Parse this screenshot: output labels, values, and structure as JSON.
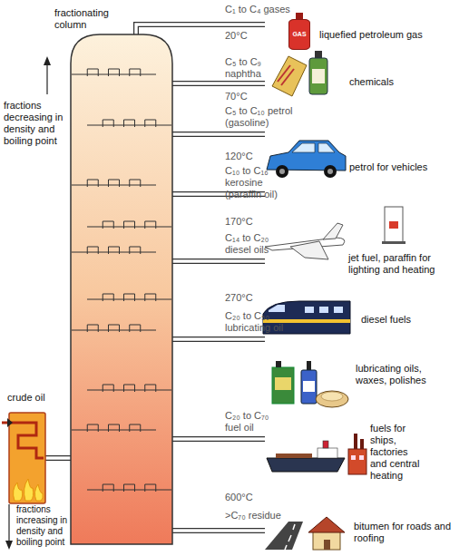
{
  "diagram": {
    "nodes": [
      {
        "text": [
          "GAS"
        ]
      }
    ],
    "labels": [
      "fractionating column",
      "fractions decreasing in density and boiling point",
      "crude oil",
      "fractions increasing in density and boiling point",
      "C₁ to C₄ gases",
      "20°C",
      "liquefied petroleum gas",
      "C₅ to C₉ naphtha",
      "chemicals",
      "70°C",
      "C₅ to C₁₀ petrol (gasoline)",
      "petrol for vehicles",
      "120°C",
      "C₁₀ to C₁₆ kerosine (paraffin oil)",
      "jet fuel, paraffin for lighting and heating",
      "170°C",
      "C₁₄ to C₂₀ diesel oils",
      "diesel fuels",
      "270°C",
      "C₂₀ to C₅₀ lubricating oil",
      "lubricating oils, waxes, polishes",
      "C₂₀ to C₇₀ fuel oil",
      "fuels for ships, factories and central heating",
      "600°C",
      ">C₇₀ residue",
      "bitumen for roads and roofing"
    ]
  }
}
